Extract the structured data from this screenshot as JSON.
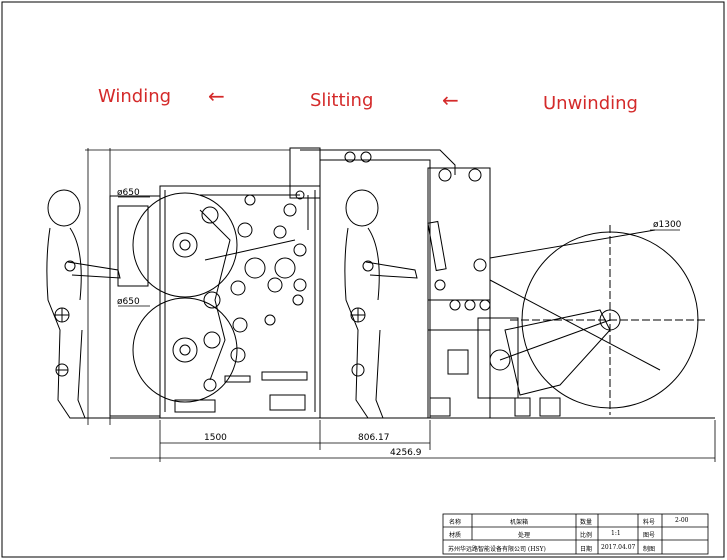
{
  "stages": {
    "winding": "Winding",
    "slitting": "Slitting",
    "unwinding": "Unwinding",
    "arrow_glyph": "←",
    "label_color": "#d42a2a"
  },
  "dimensions": {
    "roll_upper": "ø650",
    "roll_lower": "ø650",
    "roll_unwind": "ø1300",
    "length_winding": "1500",
    "length_slitting": "806.17",
    "length_total": "4256.9"
  },
  "title_block": {
    "name_label": "名称",
    "name_value": "机架箱",
    "quantity_label": "数量",
    "part_no_label": "料号",
    "part_no_value": "2-00",
    "material_label": "材质",
    "treatment_label": "处理",
    "scale_label": "比例",
    "scale_value": "1:1",
    "drawing_no_label": "图号",
    "company": "苏州华远路智能设备有限公司 (HSY)",
    "date_label": "日期",
    "date_value": "2017.04.07",
    "drafter_label": "制图"
  }
}
